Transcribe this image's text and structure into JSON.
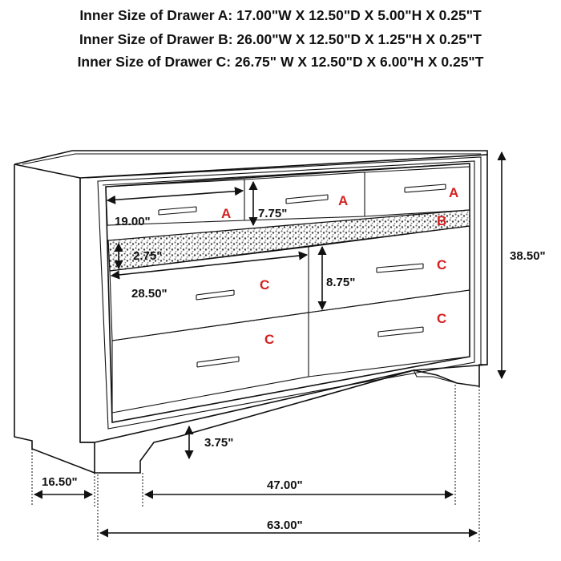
{
  "specs": [
    "Inner Size of Drawer A: 17.00\"W X 12.50\"D X 5.00\"H X 0.25\"T",
    "Inner Size of Drawer B: 26.00\"W X 12.50\"D X 1.25\"H X 0.25\"T",
    "Inner Size of Drawer C: 26.75\" W X 12.50\"D X 6.00\"H X 0.25\"T"
  ],
  "labels": {
    "A": "A",
    "B": "B",
    "C": "C"
  },
  "dimensions": {
    "drawer_a_width": "19.00\"",
    "drawer_a_height": "7.75\"",
    "drawer_b_height": "2.75\"",
    "drawer_c_width": "28.50\"",
    "drawer_c_height": "8.75\"",
    "overall_height": "38.50\"",
    "base_height": "3.75\"",
    "depth": "16.50\"",
    "inner_width": "47.00\"",
    "overall_width": "63.00\""
  },
  "colors": {
    "label": "#d42020",
    "line": "#111111",
    "glitter_strip": "#8a8a8a"
  }
}
